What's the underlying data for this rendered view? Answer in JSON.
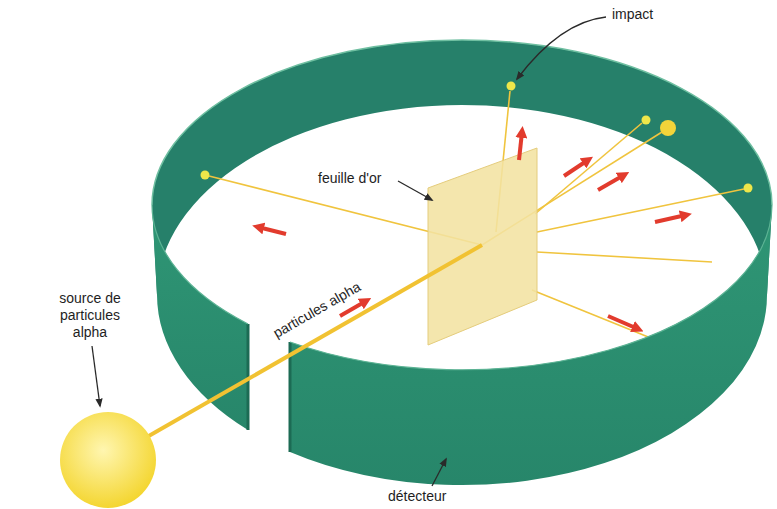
{
  "diagram": {
    "labels": [
      "impact",
      "feuille d'or",
      "source de particules alpha",
      "particules alpha",
      "détecteur"
    ]
  }
}
